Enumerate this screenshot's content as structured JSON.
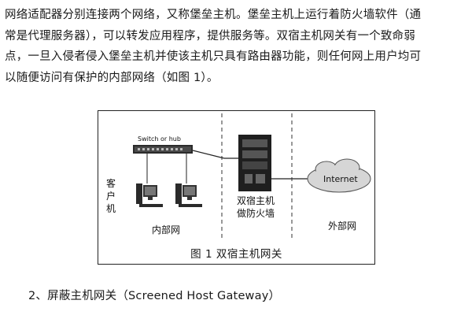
{
  "paragraph": {
    "lines": [
      "网络适配器分别连接两个网络，又称堡垒主机。堡垒主机上运行着防火墙软件（通",
      "常是代理服务器），可以转发应用程序，提供服务等。双宿主机网关有一个致命弱",
      "点，一旦入侵者侵入堡垒主机并使该主机只具有路由器功能，则任何网上用户均可",
      "以随便访问有保护的内部网络（如图 1）。"
    ]
  },
  "figure": {
    "switch_label": "Switch or hub",
    "clients_label": "客户机",
    "internal_label": "内部网",
    "host_label_line1": "双宿主机",
    "host_label_line2": "做防火墙",
    "internet_label": "Internet",
    "external_label": "外部网",
    "caption": "图 1   双宿主机网关"
  },
  "section": {
    "heading": "2、屏蔽主机网关（Screened Host Gateway）"
  }
}
